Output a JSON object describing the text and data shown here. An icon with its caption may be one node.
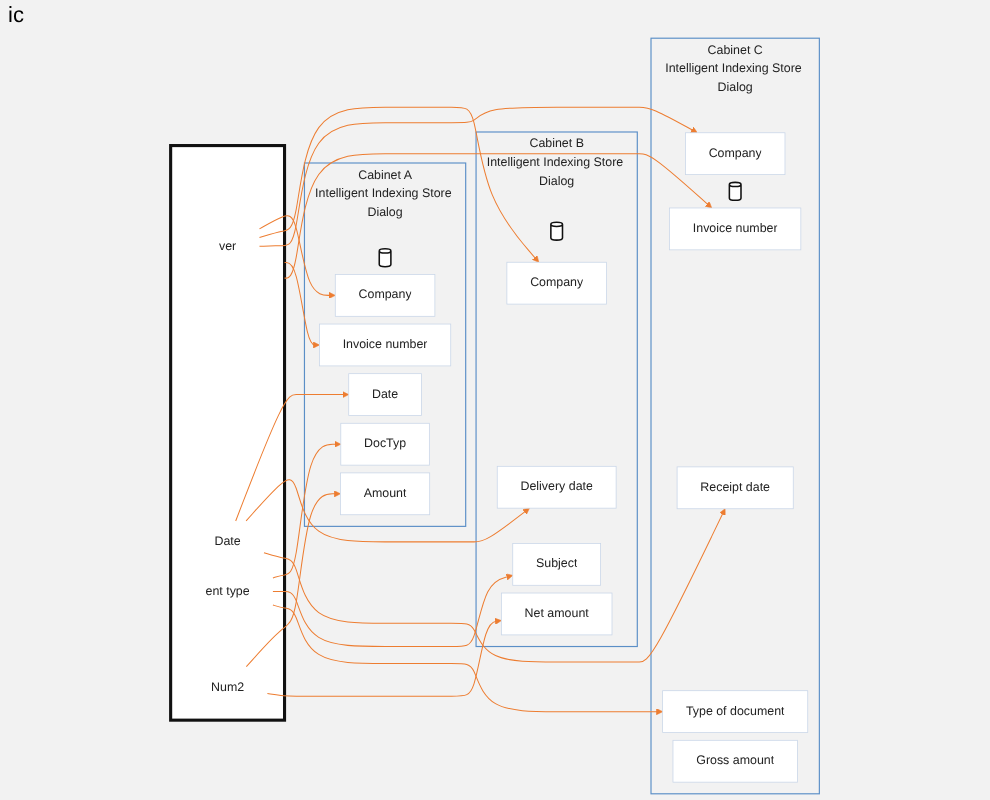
{
  "diagram": {
    "nodes": [
      {
        "text": [],
        "shape": "document"
      },
      {
        "text": [
          "ver"
        ],
        "in": 0
      },
      {
        "text": [
          "Date"
        ],
        "in": 0
      },
      {
        "text": [
          "ent type"
        ],
        "in": 0
      },
      {
        "text": [
          "Num2"
        ],
        "in": 0
      },
      {
        "text": [
          "Cabinet A",
          "Intelligent Indexing Store Dialog"
        ]
      },
      {
        "text": [],
        "shape": "cylinder",
        "in": 5
      },
      {
        "text": [
          "Company"
        ],
        "in": 5
      },
      {
        "text": [
          "Date"
        ],
        "in": 5
      },
      {
        "text": [
          "DocTyp"
        ],
        "in": 5
      },
      {
        "text": [
          "Invoice number"
        ],
        "in": 5
      },
      {
        "text": [
          "Amount"
        ],
        "in": 5
      },
      {
        "text": [
          "Cabinet B",
          "Intelligent Indexing Store Dialog"
        ]
      },
      {
        "text": [],
        "shape": "cylinder",
        "in": 12
      },
      {
        "text": [
          "Company"
        ],
        "in": 12
      },
      {
        "text": [
          "Delivery date"
        ],
        "in": 12
      },
      {
        "text": [
          "Subject"
        ],
        "in": 12
      },
      {
        "text": [
          "Net amount"
        ],
        "in": 12
      },
      {
        "text": [
          "Cabinet C",
          "Intelligent Indexing Store Dialog"
        ]
      },
      {
        "text": [],
        "shape": "cylinder",
        "in": 18
      },
      {
        "text": [
          "Company"
        ],
        "in": 18
      },
      {
        "text": [
          "Receipt date"
        ],
        "in": 18
      },
      {
        "text": [
          "Type of document"
        ],
        "in": 18
      },
      {
        "text": [
          "Invoice number"
        ],
        "in": 18
      },
      {
        "text": [
          "Gross amount"
        ],
        "in": 18
      }
    ],
    "edges": [
      {
        "from": 1,
        "to": 7,
        "arrow": "to"
      },
      {
        "from": 1,
        "to": 14,
        "arrow": "to"
      },
      {
        "from": 1,
        "to": 20,
        "arrow": "to"
      },
      {
        "from": 2,
        "to": 8,
        "arrow": "to"
      },
      {
        "from": 2,
        "to": 15,
        "arrow": "to"
      },
      {
        "from": 2,
        "to": 21,
        "arrow": "to"
      },
      {
        "from": 3,
        "to": 9,
        "arrow": "to"
      },
      {
        "from": 3,
        "to": 16,
        "arrow": "to"
      },
      {
        "from": 3,
        "to": 22,
        "arrow": "to"
      },
      {
        "from": 0,
        "to": 10,
        "arrow": "to"
      },
      {
        "from": 0,
        "to": 23,
        "arrow": "to"
      },
      {
        "from": 4,
        "to": 11,
        "arrow": "to"
      },
      {
        "from": 4,
        "to": 17,
        "arrow": "to"
      }
    ],
    "labels": [
      "ic"
    ]
  }
}
